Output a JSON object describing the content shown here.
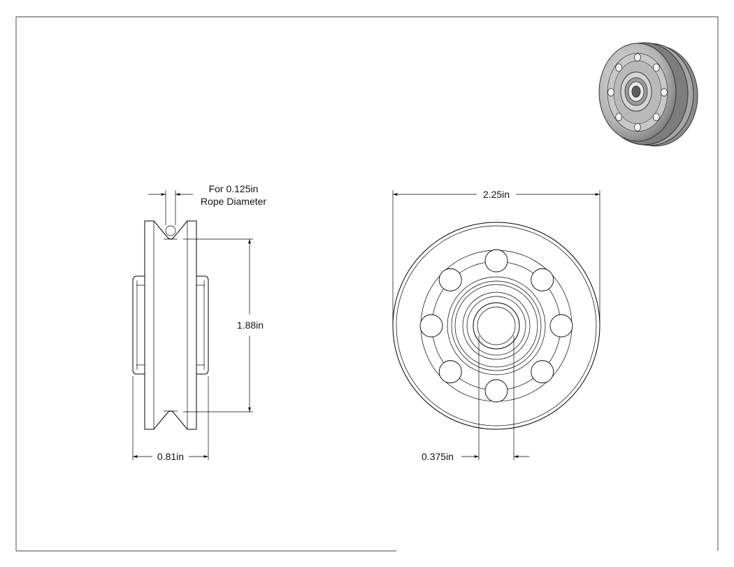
{
  "dimensions": {
    "rope_label_line1": "For 0.125in",
    "rope_label_line2": "Rope Diameter",
    "height": "1.88in",
    "width": "0.81in",
    "diameter": "2.25in",
    "bore": "0.375in"
  },
  "views": {
    "side": "side-view",
    "front": "front-view",
    "iso": "isometric-view"
  },
  "colors": {
    "line": "#000000",
    "iso_dark": "#6f6f6f",
    "iso_mid": "#a9a9a9",
    "iso_light": "#d9d9d9"
  },
  "front_view": {
    "bolt_hole_count": 8
  }
}
